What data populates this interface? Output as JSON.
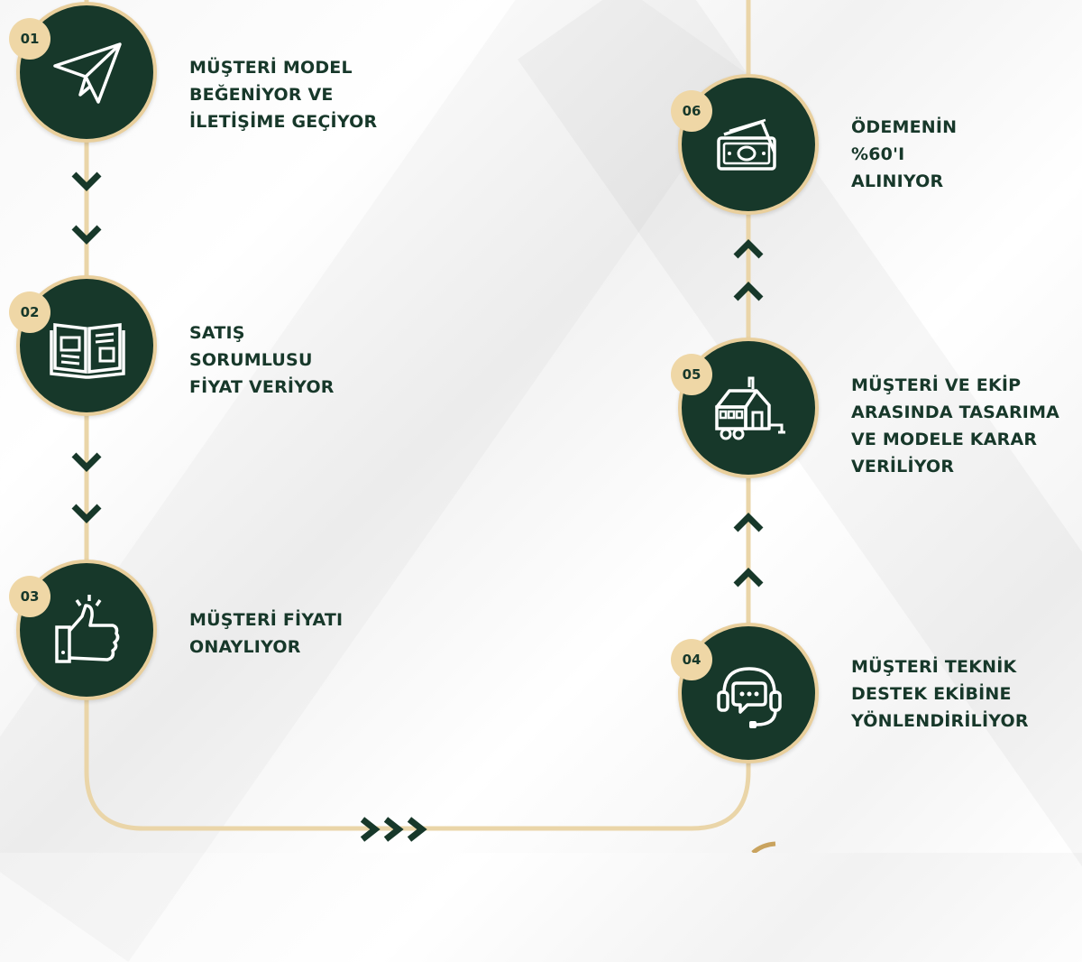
{
  "colors": {
    "dark_green": "#17382a",
    "gold": "#e9cf9c",
    "badge": "#efd7a6",
    "background": "#f7f7f7"
  },
  "steps": [
    {
      "number": "01",
      "icon": "paper-plane-icon",
      "lines": [
        "MÜŞTERİ MODEL",
        "BEĞENİYOR VE",
        "İLETİŞİME GEÇİYOR"
      ]
    },
    {
      "number": "02",
      "icon": "open-book-icon",
      "lines": [
        "SATIŞ",
        "SORUMLUSU",
        "FİYAT VERİYOR"
      ]
    },
    {
      "number": "03",
      "icon": "thumbs-up-icon",
      "lines": [
        "MÜŞTERİ FİYATI",
        "ONAYLIYOR"
      ]
    },
    {
      "number": "04",
      "icon": "headset-support-icon",
      "lines": [
        "MÜŞTERİ TEKNİK",
        "DESTEK EKİBİNE",
        "YÖNLENDİRİLİYOR"
      ]
    },
    {
      "number": "05",
      "icon": "tiny-house-trailer-icon",
      "lines": [
        "MÜŞTERİ VE EKİP",
        "ARASINDA TASARIMA",
        "VE MODELE KARAR",
        "VERİLİYOR"
      ]
    },
    {
      "number": "06",
      "icon": "money-banknotes-icon",
      "lines": [
        "ÖDEMENİN",
        "%60'I",
        "ALINIYOR"
      ]
    }
  ]
}
